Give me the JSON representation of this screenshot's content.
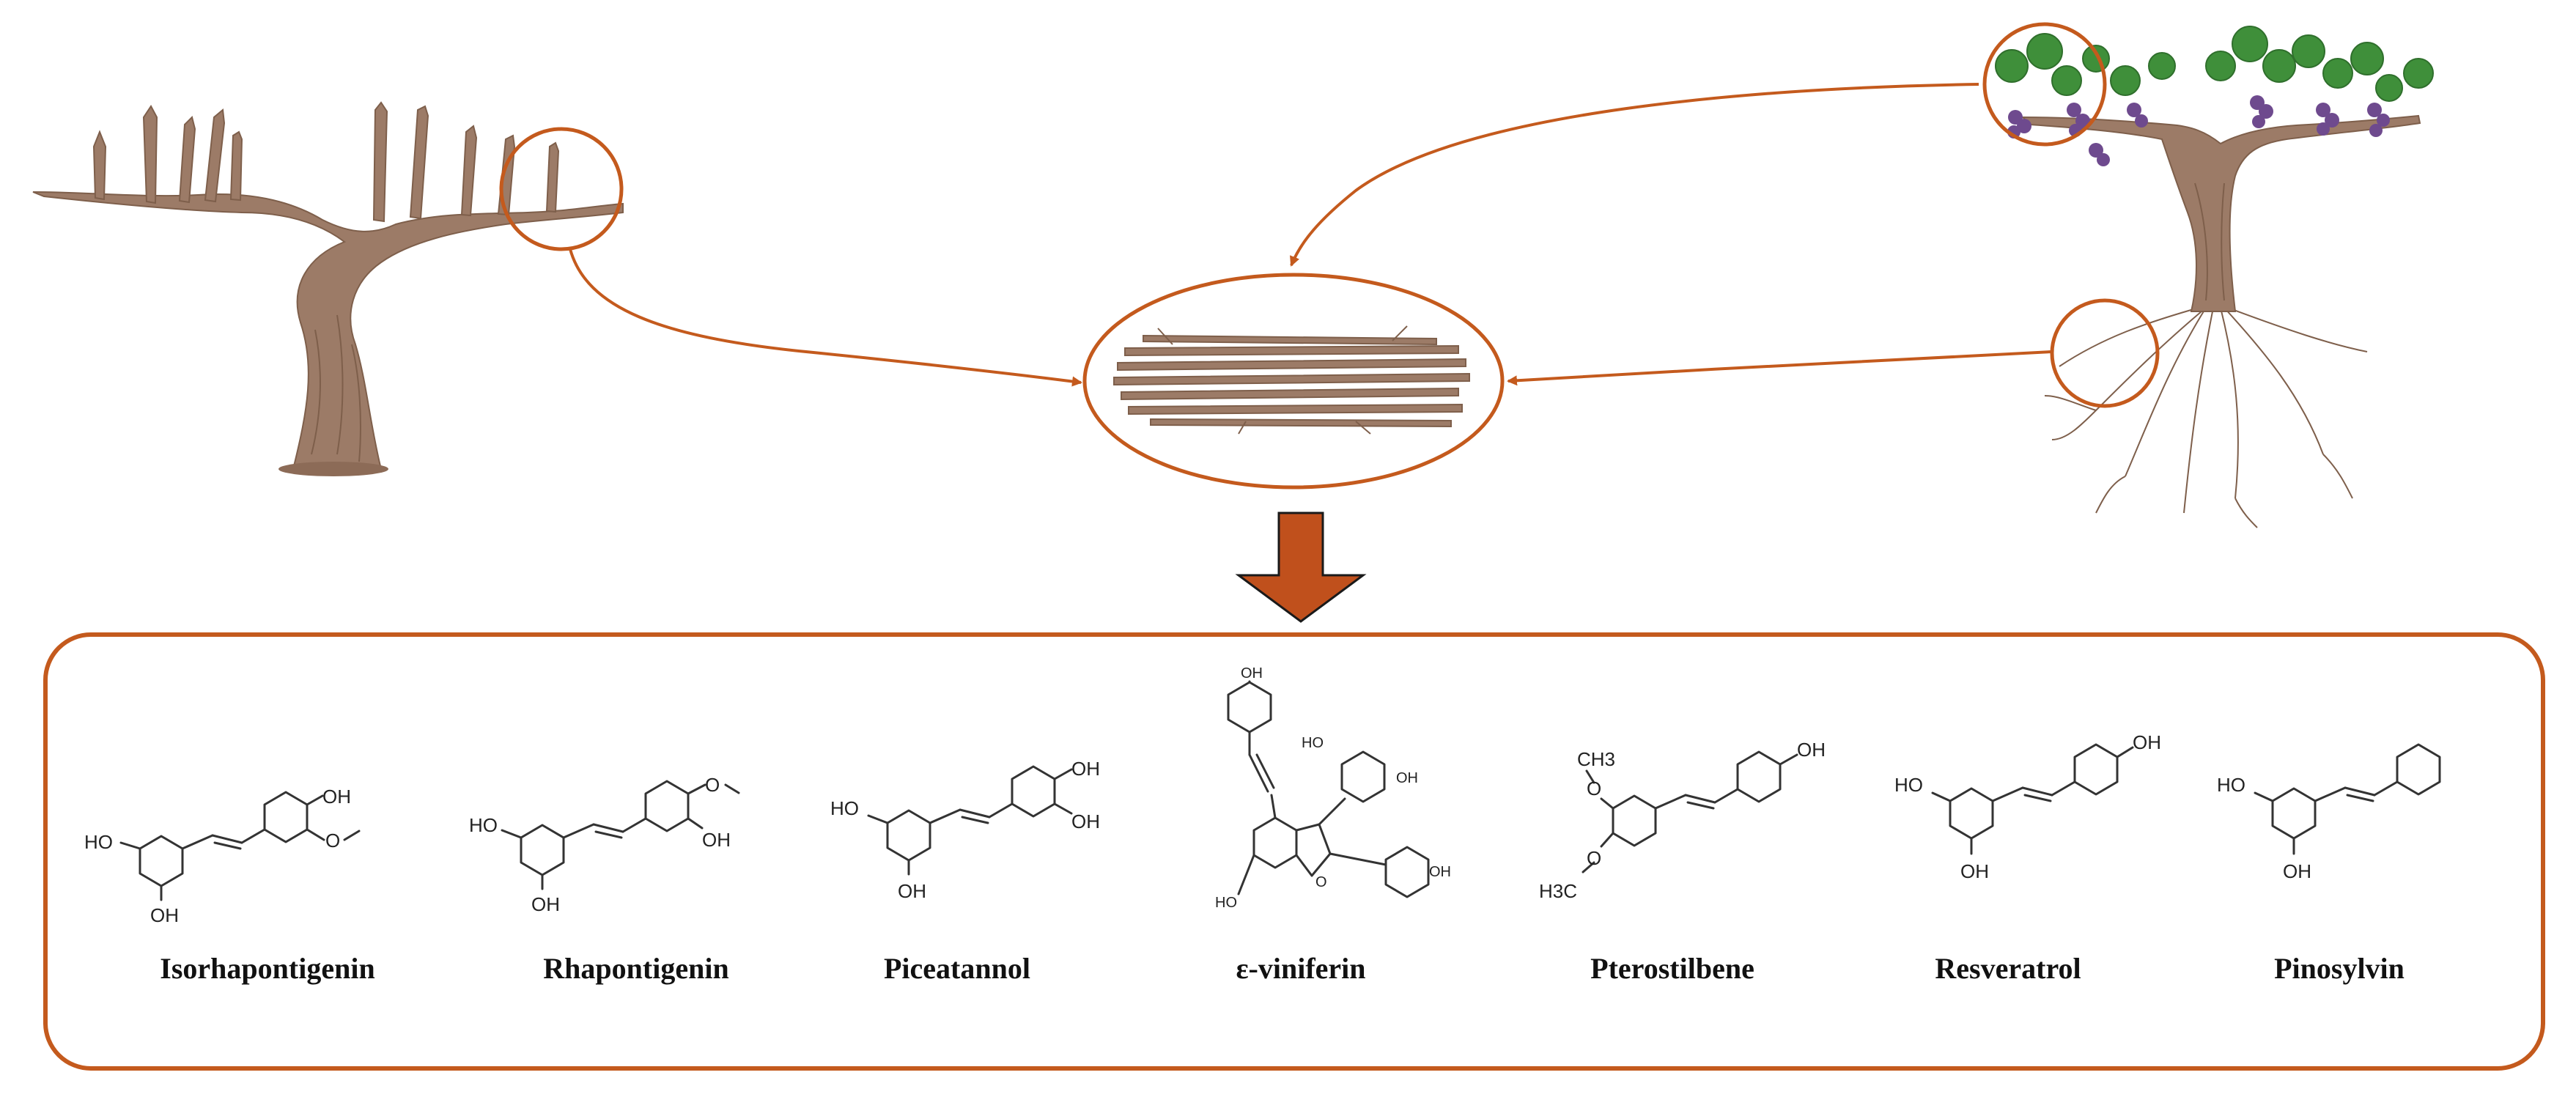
{
  "diagram": {
    "sources": [
      {
        "name": "pruned-vine"
      },
      {
        "name": "vine-with-grapes"
      }
    ],
    "product": "grapevine-canes",
    "colors": {
      "accent": "#c45a1d",
      "arrow_fill": "#c0501c",
      "wood": "#9c7b67",
      "wood_dark": "#7e5f4b",
      "leaf": "#3f8f3a",
      "grape": "#6e4a8e"
    },
    "compounds": [
      {
        "name": "Isorhapontigenin"
      },
      {
        "name": "Rhapontigenin"
      },
      {
        "name": "Piceatannol"
      },
      {
        "name": "ε-viniferin"
      },
      {
        "name": "Pterostilbene"
      },
      {
        "name": "Resveratrol"
      },
      {
        "name": "Pinosylvin"
      }
    ],
    "atoms": {
      "OH": "OH",
      "HO": "HO",
      "CH3": "CH3",
      "H3C": "H3C",
      "O": "O"
    }
  }
}
